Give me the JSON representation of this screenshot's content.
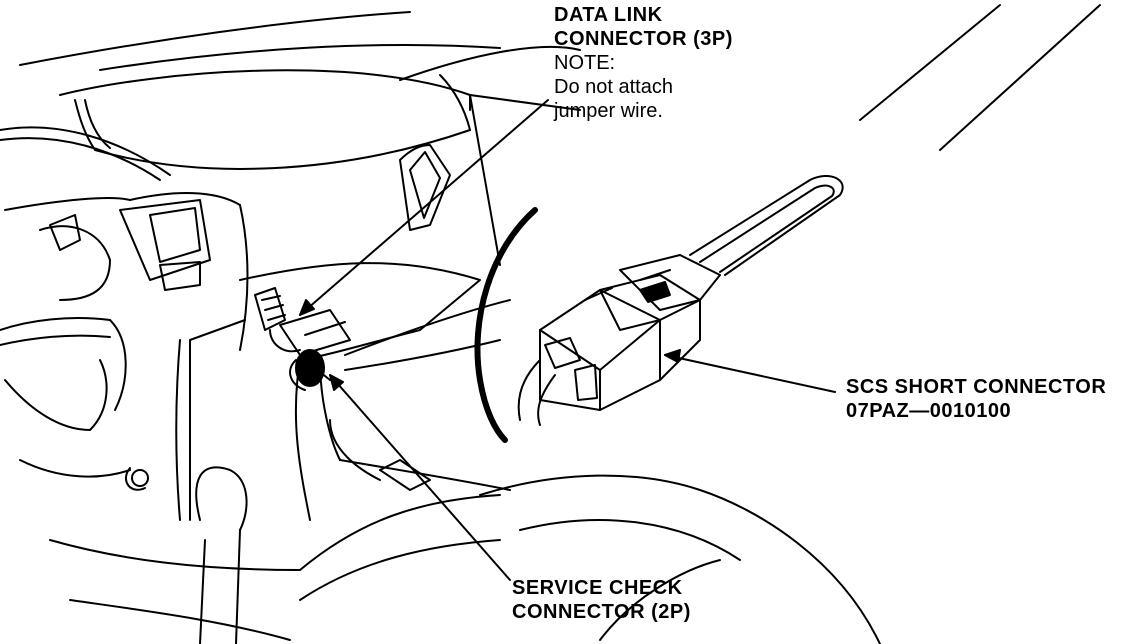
{
  "labels": {
    "data_link": {
      "title_line1": "DATA LINK",
      "title_line2": "CONNECTOR (3P)",
      "note_line1": "NOTE:",
      "note_line2": "Do not attach",
      "note_line3": "jumper wire."
    },
    "scs_short": {
      "line1": "SCS SHORT CONNECTOR",
      "line2": "07PAZ—0010100"
    },
    "service_check": {
      "line1": "SERVICE CHECK",
      "line2": "CONNECTOR (2P)"
    }
  },
  "colors": {
    "ink": "#000000",
    "paper": "#ffffff"
  }
}
